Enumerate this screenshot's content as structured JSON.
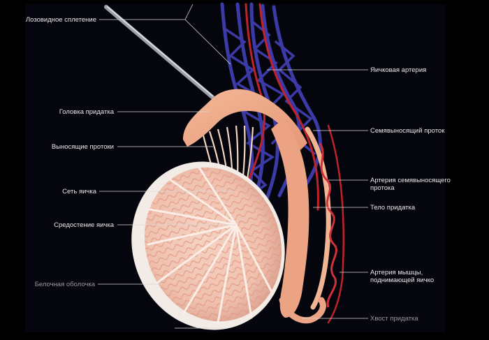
{
  "labels": {
    "pampiniform_plexus": "Лозовидное сплетение",
    "epididymis_head": "Головка придатка",
    "efferent_ducts": "Выносящие протоки",
    "rete_testis": "Сеть яичка",
    "mediastinum_testis": "Средостение яичка",
    "tunica_albuginea": "Белочная оболочка",
    "testicular_artery": "Яичковая артерия",
    "vas_deferens": "Семявыносящий проток",
    "vas_deferens_artery_line1": "Артерия семявыносящего",
    "vas_deferens_artery_line2": "протока",
    "epididymis_body": "Тело придатка",
    "cremaster_artery_line1": "Артерия мышцы,",
    "cremaster_artery_line2": "поднимающей яичко",
    "epididymis_tail": "Хвост придатка"
  },
  "colors": {
    "background": "#000000",
    "panel": "#05060d",
    "vein": "#3b3aa6",
    "artery": "#c0222a",
    "epididymis": "#eeaa8a",
    "testis_fill": "#f3c7b4",
    "leader_line": "#d8d8d8"
  }
}
